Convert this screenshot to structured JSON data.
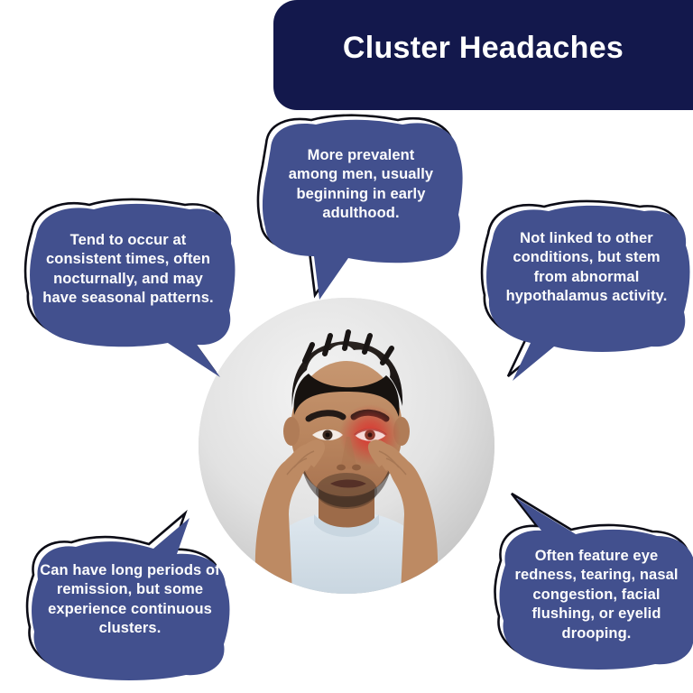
{
  "colors": {
    "banner_bg": "#13184c",
    "bubble_fill": "#42508e",
    "bubble_outline": "#0c0c16",
    "text_on_bubble": "#fdfdfd",
    "page_bg": "#ffffff",
    "eye_inflammation": "#e0282a"
  },
  "header": {
    "title": "Cluster Headaches"
  },
  "center_image": {
    "alt": "Man holding his temples with a red inflamed right eye indicating a cluster headache",
    "subject": "man-with-headache-photo"
  },
  "bubbles": [
    {
      "id": "top",
      "position": "top-center",
      "text": "More prevalent among men, usually beginning in early adulthood."
    },
    {
      "id": "left",
      "position": "middle-left",
      "text": "Tend to occur at consistent times, often nocturnally, and may have seasonal patterns."
    },
    {
      "id": "right",
      "position": "middle-right",
      "text": "Not linked to other conditions, but stem from abnormal hypothalamus activity."
    },
    {
      "id": "bottom-left",
      "position": "bottom-left",
      "text": "Can have long periods of remission, but some experience continuous clusters."
    },
    {
      "id": "bottom-right",
      "position": "bottom-right",
      "text": "Often feature eye redness, tearing, nasal congestion, facial flushing, or eyelid drooping."
    }
  ]
}
